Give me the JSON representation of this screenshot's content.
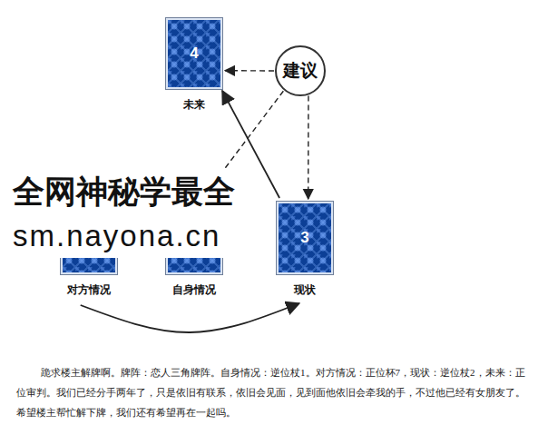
{
  "diagram": {
    "caption": "跪求楼主解牌啊。牌阵：恋人三角牌阵。自身情况：逆位杖1。对方情况：正位杯7，现状：逆位杖2，未来：正位审判。我们已经分手两年了，只是依旧有联系，依旧会见面，见到面他依旧会牵我的手，不过他已经有女朋友了。希望楼主帮忙解下牌，我们还有希望再在一起吗。",
    "nodes": [
      {
        "text": [
          "4",
          "未来"
        ]
      },
      {
        "text": [
          "建议"
        ]
      },
      {
        "text": [
          "对方情况"
        ]
      },
      {
        "text": [
          "自身情况"
        ]
      },
      {
        "text": [
          "3",
          "现状"
        ]
      }
    ],
    "edges": [
      {
        "from": 1,
        "to": 0,
        "arrow": "to"
      },
      {
        "from": 1,
        "to": 4,
        "arrow": "to"
      },
      {
        "from": 1,
        "to": 3,
        "arrow": "none"
      },
      {
        "from": 4,
        "to": 0,
        "arrow": "to"
      },
      {
        "from": 2,
        "to": 4,
        "arrow": "to"
      }
    ],
    "labels": [
      "全网神秘学最全",
      "sm.nayona.cn"
    ]
  }
}
